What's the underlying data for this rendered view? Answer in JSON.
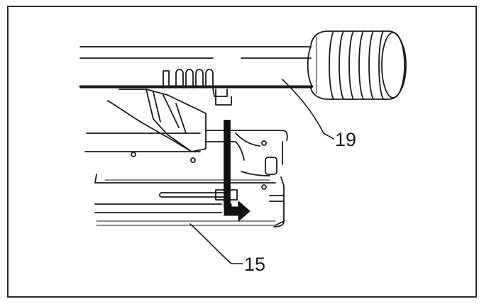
{
  "figure": {
    "callouts": [
      {
        "id": "lever",
        "label": "19"
      },
      {
        "id": "base",
        "label": "15"
      }
    ],
    "colors": {
      "line": "#1a1a1a",
      "frame": "#2b2b2b",
      "background": "#ffffff"
    },
    "direction_indicator": "arrow-right-icon"
  }
}
